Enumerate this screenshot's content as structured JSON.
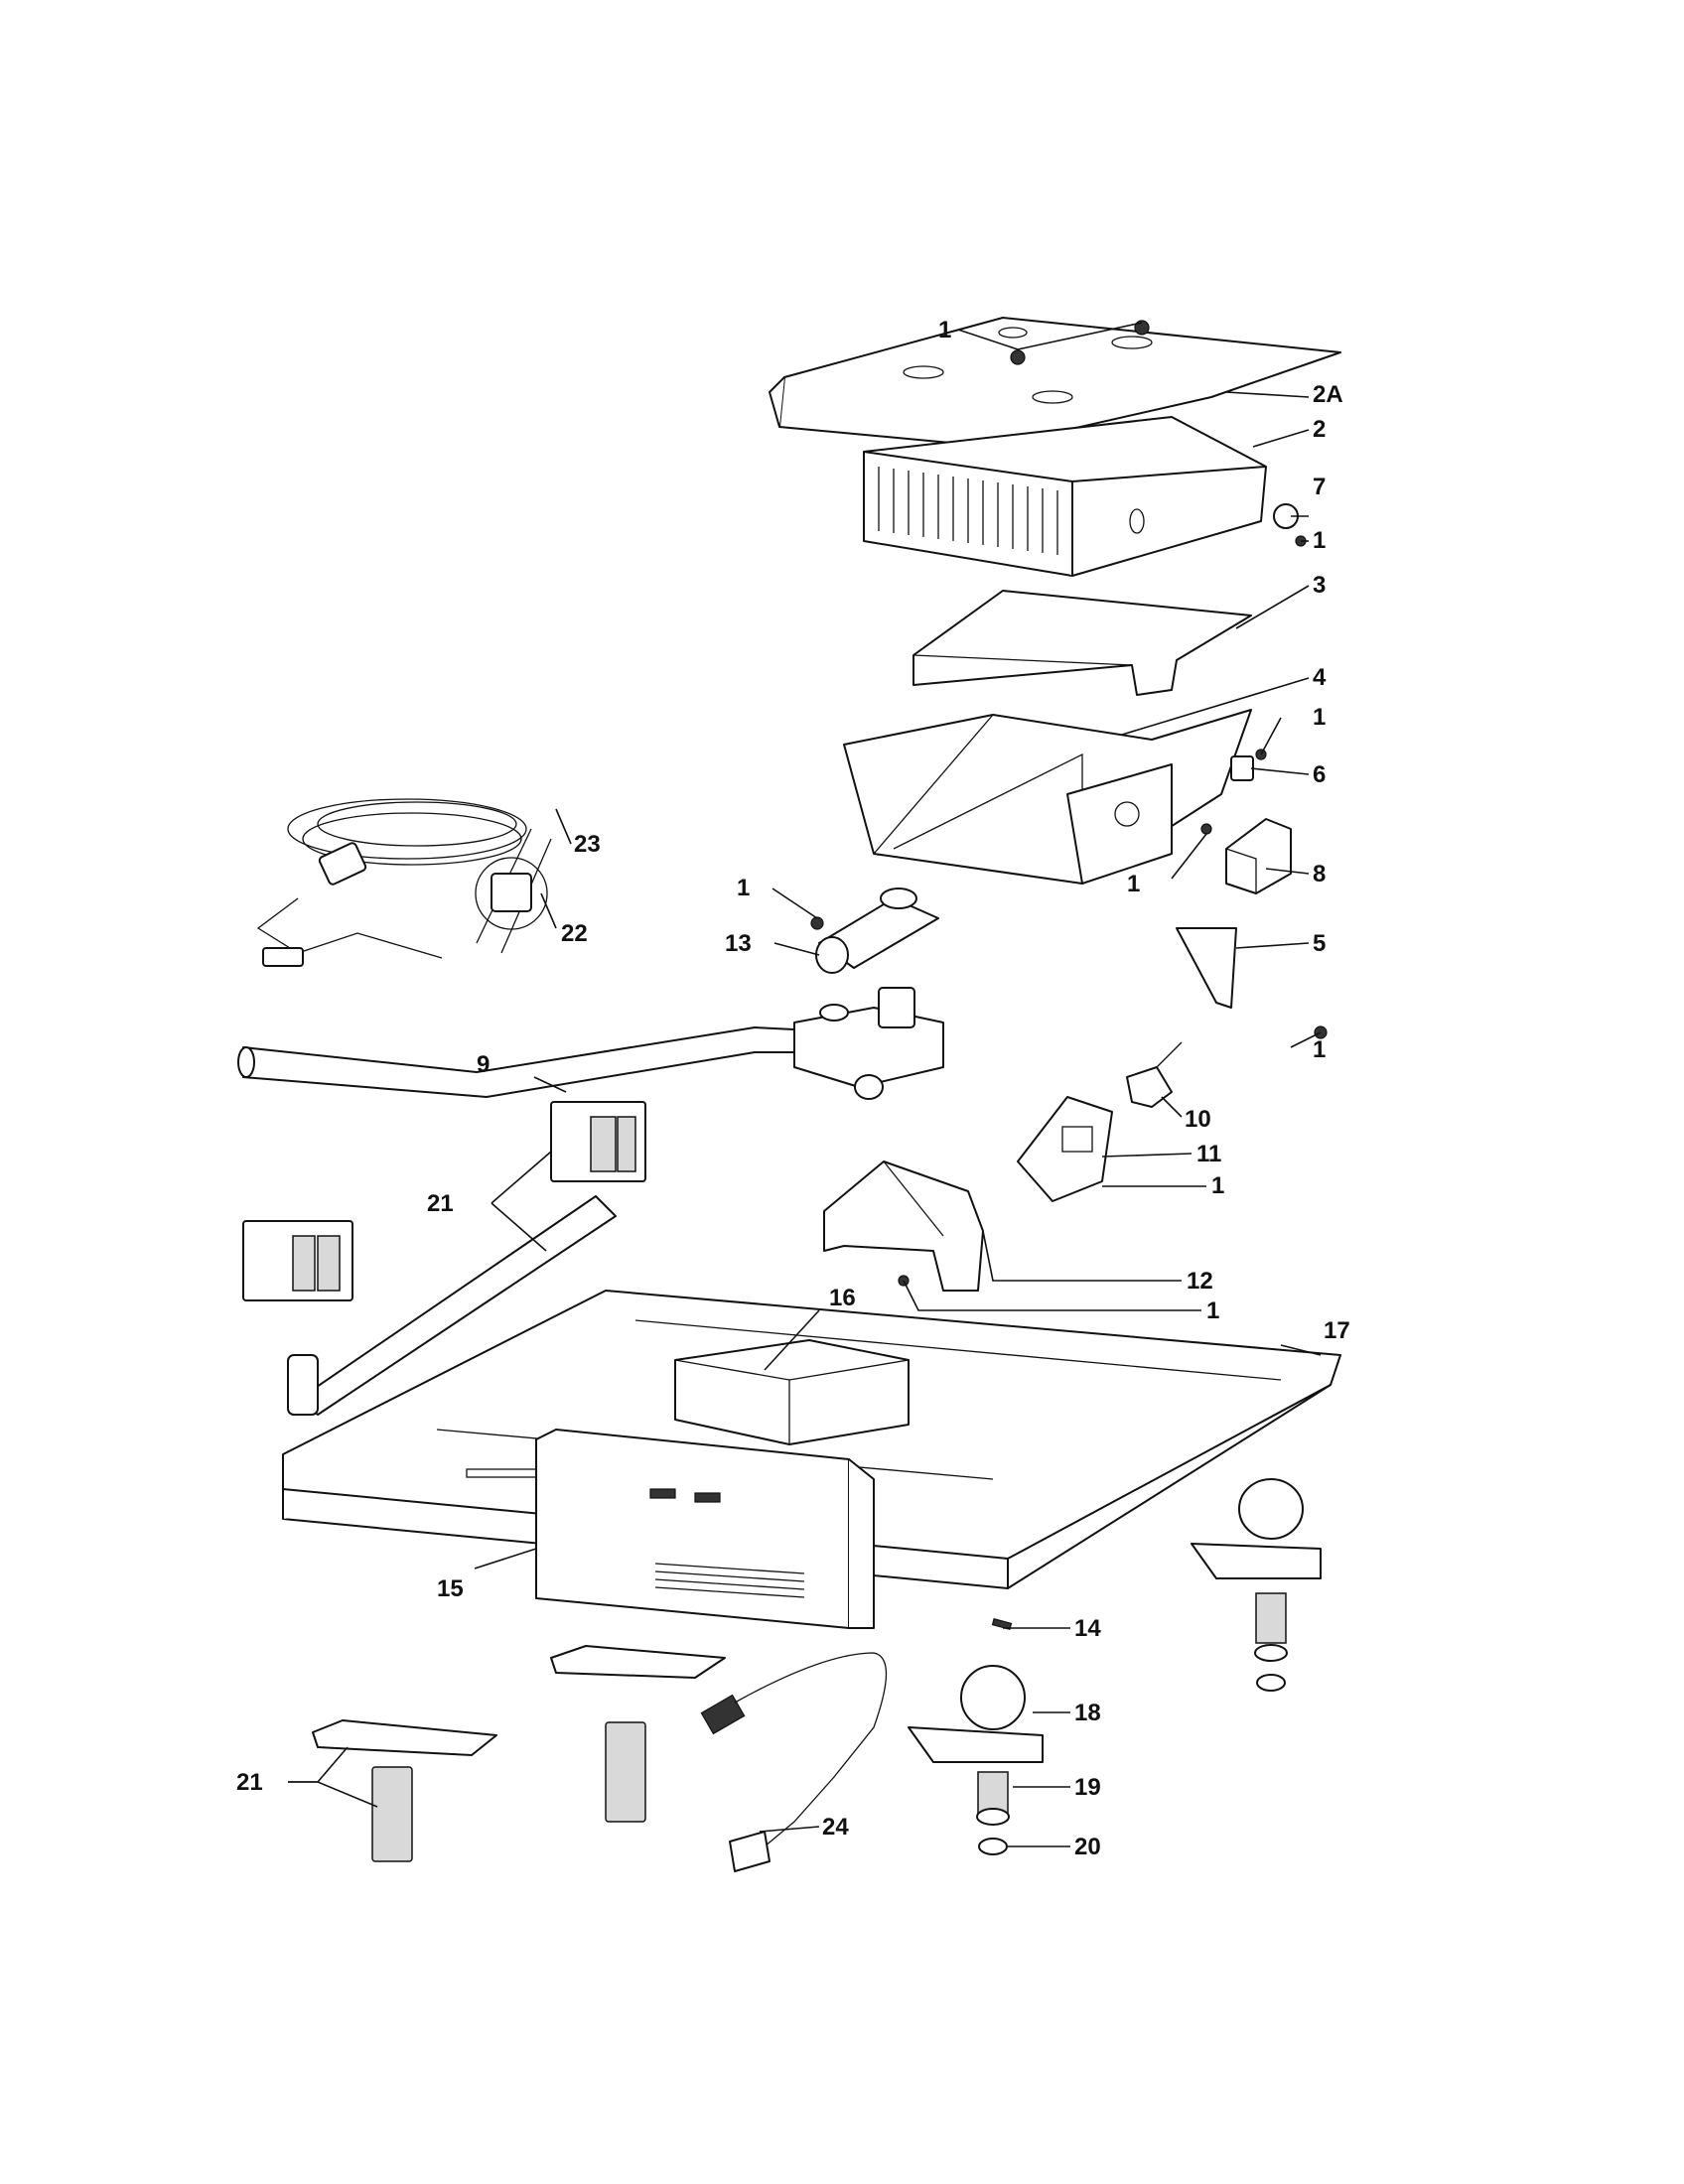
{
  "diagram": {
    "callouts": [
      {
        "id": "c1a",
        "text": "1"
      },
      {
        "id": "c2a",
        "text": "2A"
      },
      {
        "id": "c2",
        "text": "2"
      },
      {
        "id": "c7",
        "text": "7"
      },
      {
        "id": "c1b",
        "text": "1"
      },
      {
        "id": "c3",
        "text": "3"
      },
      {
        "id": "c4",
        "text": "4"
      },
      {
        "id": "c1c",
        "text": "1"
      },
      {
        "id": "c6",
        "text": "6"
      },
      {
        "id": "c23",
        "text": "23"
      },
      {
        "id": "c22",
        "text": "22"
      },
      {
        "id": "c1d",
        "text": "1"
      },
      {
        "id": "c13",
        "text": "13"
      },
      {
        "id": "c1e",
        "text": "1"
      },
      {
        "id": "c8",
        "text": "8"
      },
      {
        "id": "c5",
        "text": "5"
      },
      {
        "id": "c1f",
        "text": "1"
      },
      {
        "id": "c9",
        "text": "9"
      },
      {
        "id": "c10",
        "text": "10"
      },
      {
        "id": "c11",
        "text": "11"
      },
      {
        "id": "c1g",
        "text": "1"
      },
      {
        "id": "c21a",
        "text": "21"
      },
      {
        "id": "c12",
        "text": "12"
      },
      {
        "id": "c1h",
        "text": "1"
      },
      {
        "id": "c16",
        "text": "16"
      },
      {
        "id": "c17",
        "text": "17"
      },
      {
        "id": "c15",
        "text": "15"
      },
      {
        "id": "c14",
        "text": "14"
      },
      {
        "id": "c18",
        "text": "18"
      },
      {
        "id": "c21b",
        "text": "21"
      },
      {
        "id": "c19",
        "text": "19"
      },
      {
        "id": "c24",
        "text": "24"
      },
      {
        "id": "c20",
        "text": "20"
      }
    ]
  }
}
